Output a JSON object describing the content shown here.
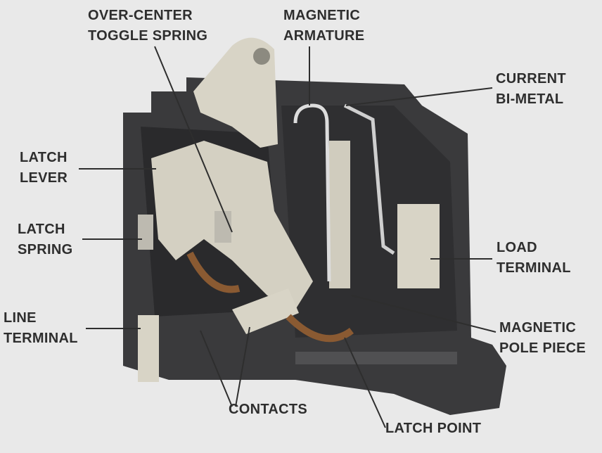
{
  "labels": {
    "toggle_spring": [
      "OVER-CENTER",
      "TOGGLE SPRING"
    ],
    "armature": [
      "MAGNETIC",
      "ARMATURE"
    ],
    "bimetal": [
      "CURRENT",
      "BI-METAL"
    ],
    "latch_lever": [
      "LATCH",
      "LEVER"
    ],
    "latch_spring": [
      "LATCH",
      "SPRING"
    ],
    "load_terminal": [
      "LOAD",
      "TERMINAL"
    ],
    "line_terminal": [
      "LINE",
      "TERMINAL"
    ],
    "pole_piece": [
      "MAGNETIC",
      "POLE PIECE"
    ],
    "contacts": "CONTACTS",
    "latch_point": "LATCH POINT"
  },
  "colors": {
    "body": "#3a3a3c",
    "parts": "#d8d4c6",
    "copper": "#8a5a32",
    "text": "#2e2e2e"
  }
}
